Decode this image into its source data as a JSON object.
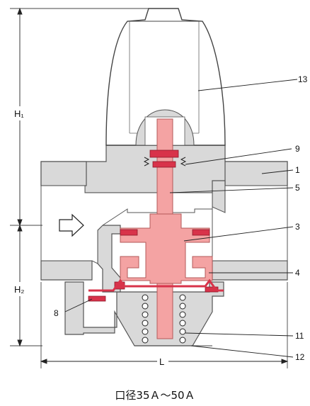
{
  "diagram": {
    "caption": "口径35Ａ～50Ａ",
    "dimension_labels": {
      "h1": "H₁",
      "h2": "H₂",
      "length": "L"
    },
    "part_labels": [
      "13",
      "9",
      "1",
      "5",
      "3",
      "4",
      "8",
      "11",
      "12"
    ],
    "colors": {
      "body_fill": "#d9d9d9",
      "body_stroke": "#555555",
      "cover_fill": "#ffffff",
      "moving_parts": "#f4a3a3",
      "seals": "#d8334a",
      "line": "#222222"
    }
  }
}
